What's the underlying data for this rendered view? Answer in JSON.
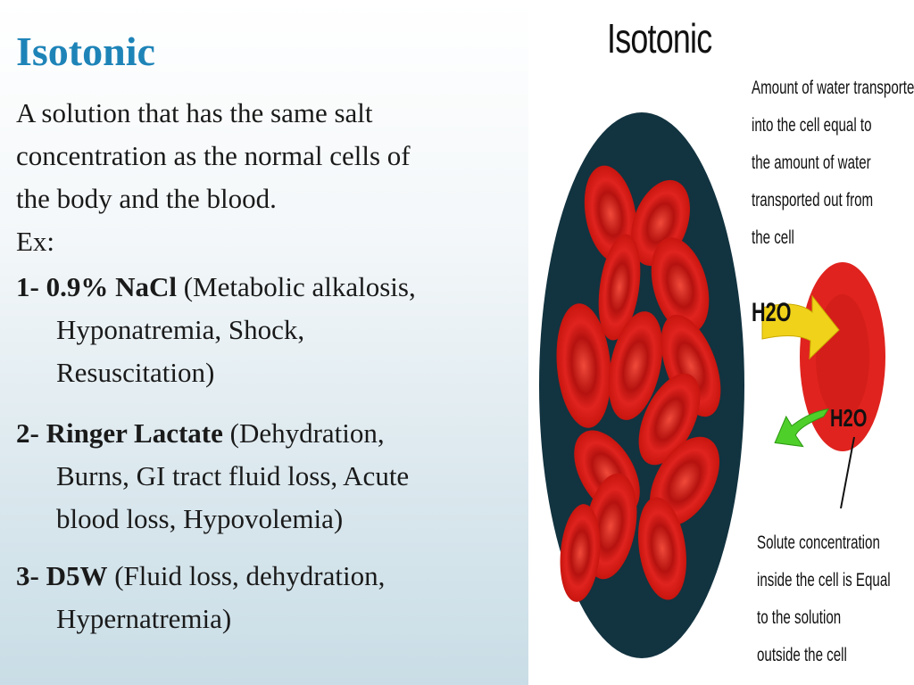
{
  "slide": {
    "title": "Isotonic",
    "definition_lines": [
      "A solution that has the same salt",
      "concentration as the normal cells of",
      "the body and the blood."
    ],
    "ex_label": "Ex:",
    "items": [
      {
        "number": "1-",
        "name": "0.9% NaCl",
        "line1": "(Metabolic alkalosis,",
        "line2": "Hyponatremia, Shock,",
        "line3": "Resuscitation)"
      },
      {
        "number": "2-",
        "name": "Ringer Lactate",
        "line1": "(Dehydration,",
        "line2": "Burns, GI tract fluid loss, Acute",
        "line3": "blood loss, Hypovolemia)"
      },
      {
        "number": "3-",
        "name": "D5W",
        "line1": "(Fluid loss, dehydration,",
        "line2": "Hypernatremia)"
      }
    ]
  },
  "illustration": {
    "title": "Isotonic",
    "top_caption": [
      "Amount of water transported",
      "into the cell equal to",
      "the amount of water",
      "transported out from",
      "the cell"
    ],
    "arrow_in_label": "H2O",
    "arrow_out_label": "H2O",
    "bottom_caption": [
      "Solute concentration",
      "inside the cell is Equal",
      "to the solution",
      "outside the cell"
    ],
    "colors": {
      "cell_red": "#e0231e",
      "cell_dark": "#b5120f",
      "circle_bg": "#123340",
      "arrow_in": "#f0d21a",
      "arrow_out": "#4fcf2a"
    }
  }
}
